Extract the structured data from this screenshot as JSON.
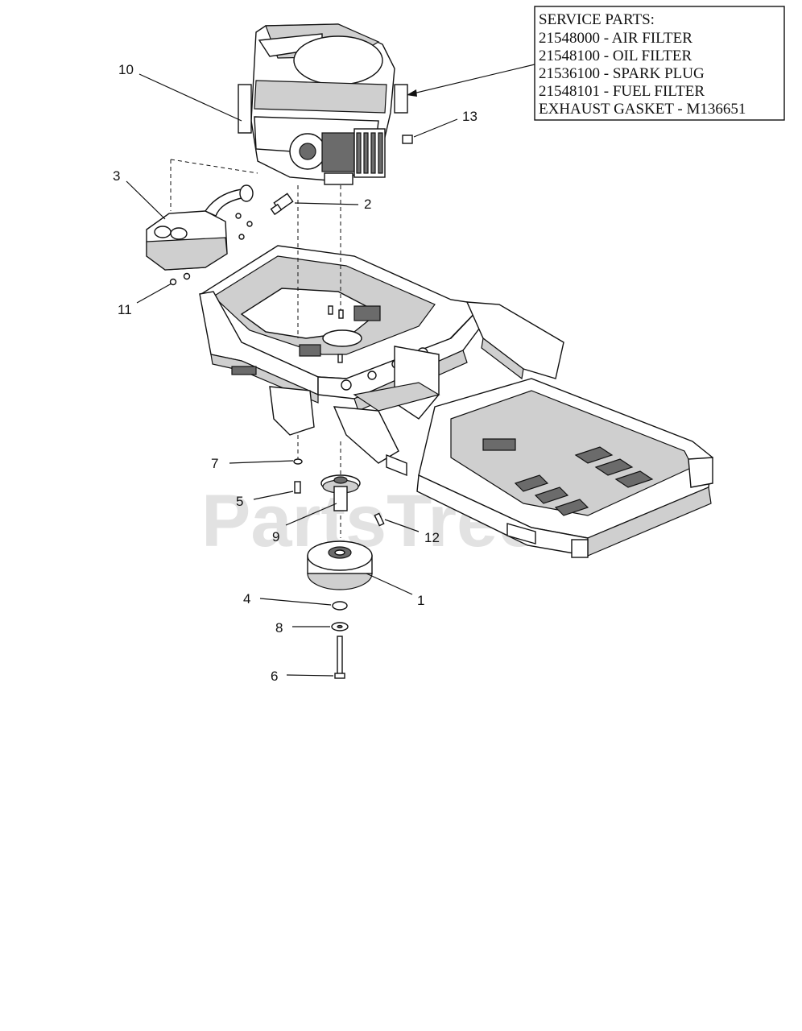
{
  "watermark": "PartsTree",
  "service_box": {
    "lines": [
      "SERVICE PARTS:",
      "21548000 - AIR FILTER",
      "21548100 - OIL FILTER",
      "21536100 - SPARK PLUG",
      "21548101 - FUEL FILTER",
      "EXHAUST GASKET - M136651"
    ]
  },
  "callouts": [
    "10",
    "13",
    "3",
    "2",
    "11",
    "7",
    "5",
    "9",
    "12",
    "1",
    "4",
    "8",
    "6"
  ]
}
